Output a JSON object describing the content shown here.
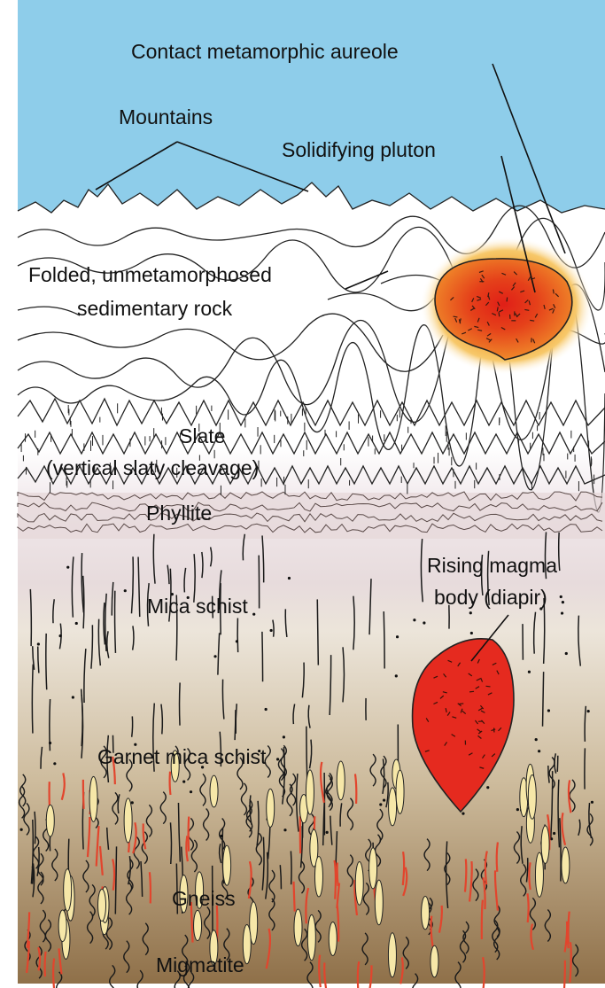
{
  "labels": {
    "aureole": "Contact metamorphic aureole",
    "mountains": "Mountains",
    "pluton": "Solidifying pluton",
    "sedimentary_line1": "Folded, unmetamorphosed",
    "sedimentary_line2": "sedimentary rock",
    "slate_line1": "Slate",
    "slate_line2": "(vertical slaty cleavage)",
    "phyllite": "Phyllite",
    "magma_line1": "Rising magma",
    "magma_line2": "body (diapir)",
    "mica_schist": "Mica schist",
    "garnet_mica_schist": "Garnet mica schist",
    "gneiss": "Gneiss",
    "migmatite": "Migmatite"
  },
  "colors": {
    "sky": "#8ecdea",
    "sediment": "#ffffff",
    "slate": "#efe6ea",
    "schist_top": "#ece6dc",
    "schist_bottom": "#9b7b52",
    "pluton": "#e85a1c",
    "pluton_core": "#e01f17",
    "aureole": "#f4b43a",
    "diapir": "#e52a1f",
    "red_streak": "#e2452d",
    "quartz": "#f6e7a8"
  }
}
